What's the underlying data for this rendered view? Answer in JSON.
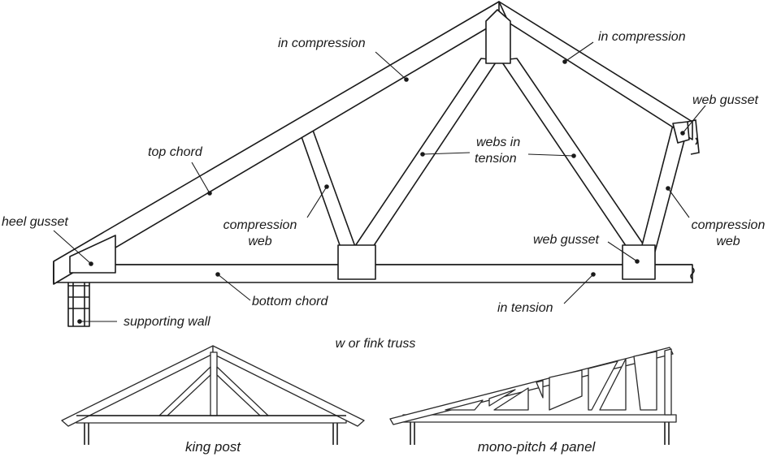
{
  "labels": {
    "in_compression_left": "in compression",
    "in_compression_right": "in compression",
    "web_gusset_top": "web gusset",
    "top_chord": "top chord",
    "webs_in_tension_1": "webs in",
    "webs_in_tension_2": "tension",
    "heel_gusset": "heel gusset",
    "compression_web_left_1": "compression",
    "compression_web_left_2": "web",
    "compression_web_right_1": "compression",
    "compression_web_right_2": "web",
    "web_gusset_bottom": "web gusset",
    "bottom_chord": "bottom chord",
    "in_tension": "in tension",
    "supporting_wall": "supporting wall",
    "truss_name": "w or fink truss"
  },
  "captions": {
    "king_post": "king post",
    "mono_pitch": "mono-pitch 4 panel"
  }
}
